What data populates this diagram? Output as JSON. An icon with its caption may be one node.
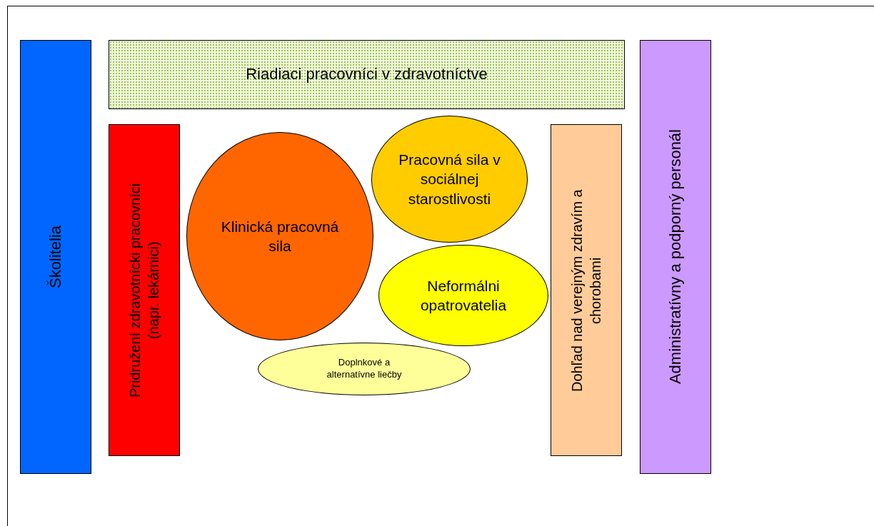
{
  "diagram": {
    "nodes": [
      {
        "text": [
          "Školitelia"
        ]
      },
      {
        "text": [
          "Riadiaci pracovníci v zdravotníctve"
        ]
      },
      {
        "text": [
          "Pridružení zdravotnícki pracovníci (napr. lekárnici)"
        ]
      },
      {
        "text": [
          "Klinická pracovná sila"
        ]
      },
      {
        "text": [
          "Pracovná sila v sociálnej starostlivosti"
        ]
      },
      {
        "text": [
          "Neformálni opatrovatelia"
        ]
      },
      {
        "text": [
          "Doplnkové a alternatívne liečby"
        ]
      },
      {
        "text": [
          "Dohľad nad verejným zdravím a chorobami"
        ]
      },
      {
        "text": [
          "Administratívny a podporný personál"
        ]
      }
    ]
  }
}
